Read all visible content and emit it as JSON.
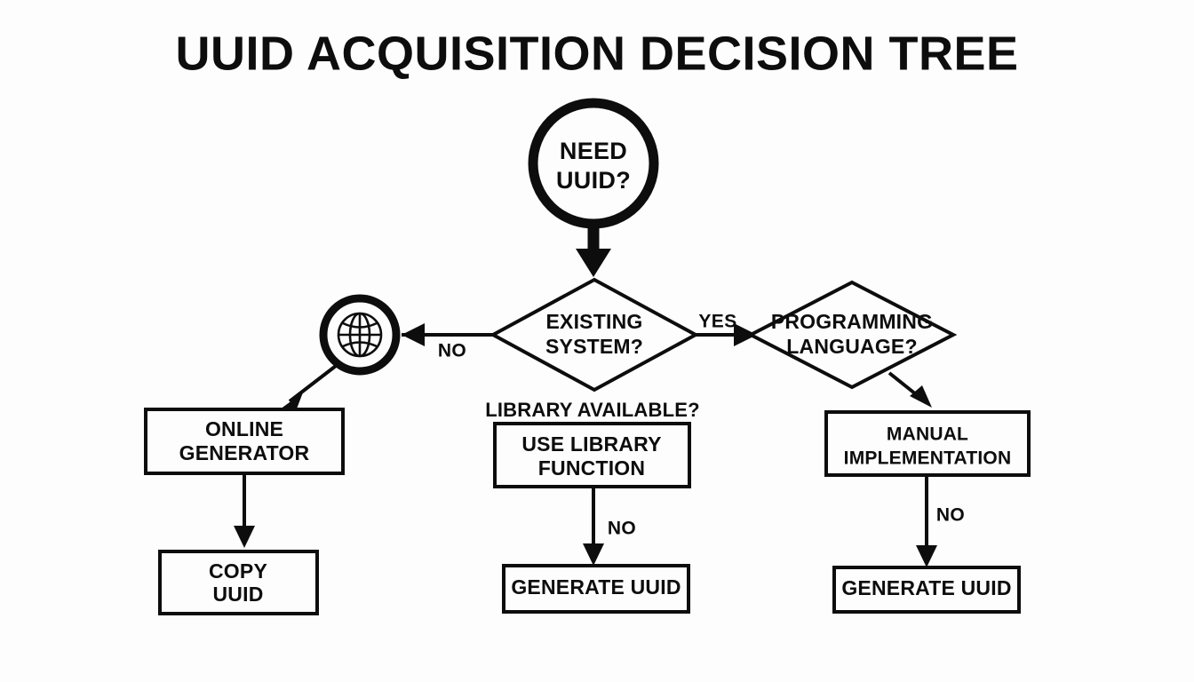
{
  "diagram": {
    "title": "UUID ACQUISITION DECISION TREE",
    "background_color": "#fdfdfd",
    "ink_color": "#0d0d0d",
    "type": "flowchart",
    "nodes": {
      "start": {
        "shape": "circle",
        "line1": "NEED",
        "line2": "UUID?"
      },
      "online_icon": {
        "shape": "circle-icon",
        "icon": "globe-icon"
      },
      "existing_system": {
        "shape": "diamond",
        "line1": "EXISTING",
        "line2": "SYSTEM?"
      },
      "programming_language": {
        "shape": "diamond",
        "line1": "PROGRAMMING",
        "line2": "LANGUAGE?"
      },
      "online_generator": {
        "shape": "rectangle",
        "line1": "ONLINE",
        "line2": "GENERATOR"
      },
      "copy_uuid": {
        "shape": "rectangle",
        "line1": "COPY",
        "line2": "UUID"
      },
      "use_library_function": {
        "shape": "rectangle",
        "line1": "USE LIBRARY",
        "line2": "FUNCTION"
      },
      "generate_uuid_middle": {
        "shape": "rectangle",
        "line1": "GENERATE UUID"
      },
      "manual_implementation": {
        "shape": "rectangle",
        "line1": "MANUAL",
        "line2": "IMPLEMENTATION"
      },
      "generate_uuid_right": {
        "shape": "rectangle",
        "line1": "GENERATE UUID"
      }
    },
    "labels": {
      "library_available": "LIBRARY AVAILABLE?",
      "edge_no_left": "NO",
      "edge_yes": "YES",
      "edge_no_middle": "NO",
      "edge_no_right": "NO"
    },
    "edges": [
      {
        "from": "start",
        "to": "existing_system",
        "label": ""
      },
      {
        "from": "existing_system",
        "to": "online_icon",
        "label": "NO"
      },
      {
        "from": "existing_system",
        "to": "programming_language",
        "label": "YES"
      },
      {
        "from": "online_icon",
        "to": "online_generator",
        "label": ""
      },
      {
        "from": "online_generator",
        "to": "copy_uuid",
        "label": ""
      },
      {
        "from": "use_library_function",
        "to": "generate_uuid_middle",
        "label": "NO"
      },
      {
        "from": "programming_language",
        "to": "manual_implementation",
        "label": ""
      },
      {
        "from": "manual_implementation",
        "to": "generate_uuid_right",
        "label": "NO"
      }
    ]
  }
}
